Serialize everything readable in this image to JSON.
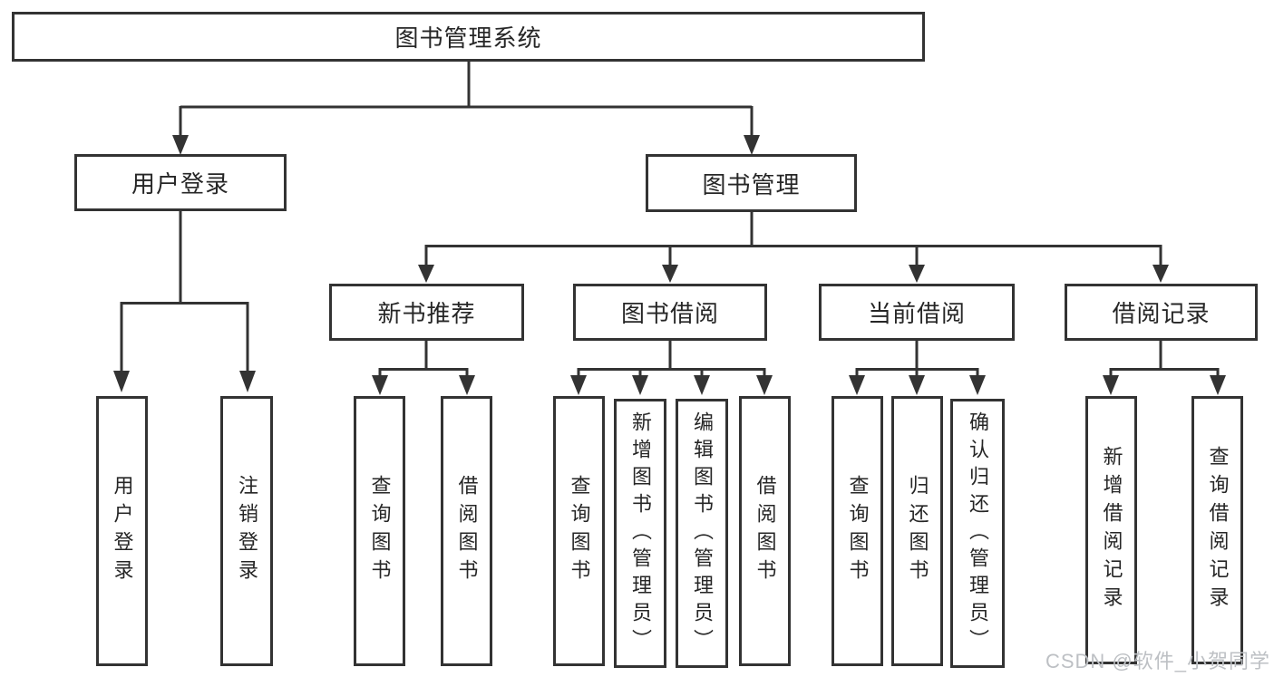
{
  "diagram_title": "图书管理系统",
  "tree": {
    "label": "图书管理系统",
    "children": [
      {
        "label": "用户登录",
        "children": [
          {
            "label": "用户登录"
          },
          {
            "label": "注销登录"
          }
        ]
      },
      {
        "label": "图书管理",
        "children": [
          {
            "label": "新书推荐",
            "children": [
              {
                "label": "查询图书"
              },
              {
                "label": "借阅图书"
              }
            ]
          },
          {
            "label": "图书借阅",
            "children": [
              {
                "label": "查询图书"
              },
              {
                "label": "新增图书（管理员）"
              },
              {
                "label": "编辑图书（管理员）"
              },
              {
                "label": "借阅图书"
              }
            ]
          },
          {
            "label": "当前借阅",
            "children": [
              {
                "label": "查询图书"
              },
              {
                "label": "归还图书"
              },
              {
                "label": "确认归还（管理员）"
              }
            ]
          },
          {
            "label": "借阅记录",
            "children": [
              {
                "label": "新增借阅记录"
              },
              {
                "label": "查询借阅记录"
              }
            ]
          }
        ]
      }
    ]
  },
  "watermark": "CSDN @软件_小贺同学",
  "colors": {
    "line": "#333333",
    "box_border": "#333333",
    "text": "#262626",
    "background": "#ffffff",
    "watermark": "#bdc0c4"
  }
}
